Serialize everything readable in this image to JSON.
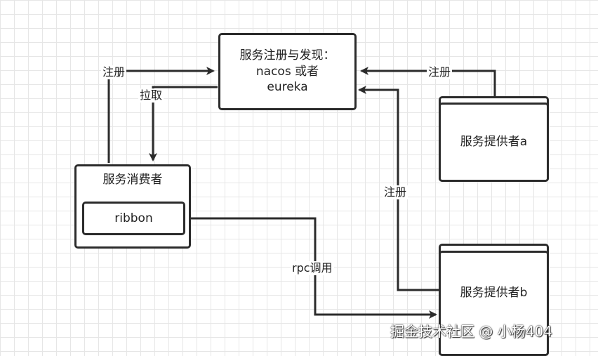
{
  "registry": {
    "line1": "服务注册与发现：",
    "line2": "nacos 或者",
    "line3": "eureka"
  },
  "consumer": {
    "title": "服务消费者",
    "ribbon": "ribbon"
  },
  "provider_a": {
    "label": "服务提供者a"
  },
  "provider_b": {
    "label": "服务提供者b"
  },
  "edges": {
    "consumer_register": "注册",
    "consumer_pull": "拉取",
    "provider_a_register": "注册",
    "provider_b_register": "注册",
    "rpc_call": "rpc调用"
  },
  "watermark": "掘金技术社区 @ 小杨404"
}
